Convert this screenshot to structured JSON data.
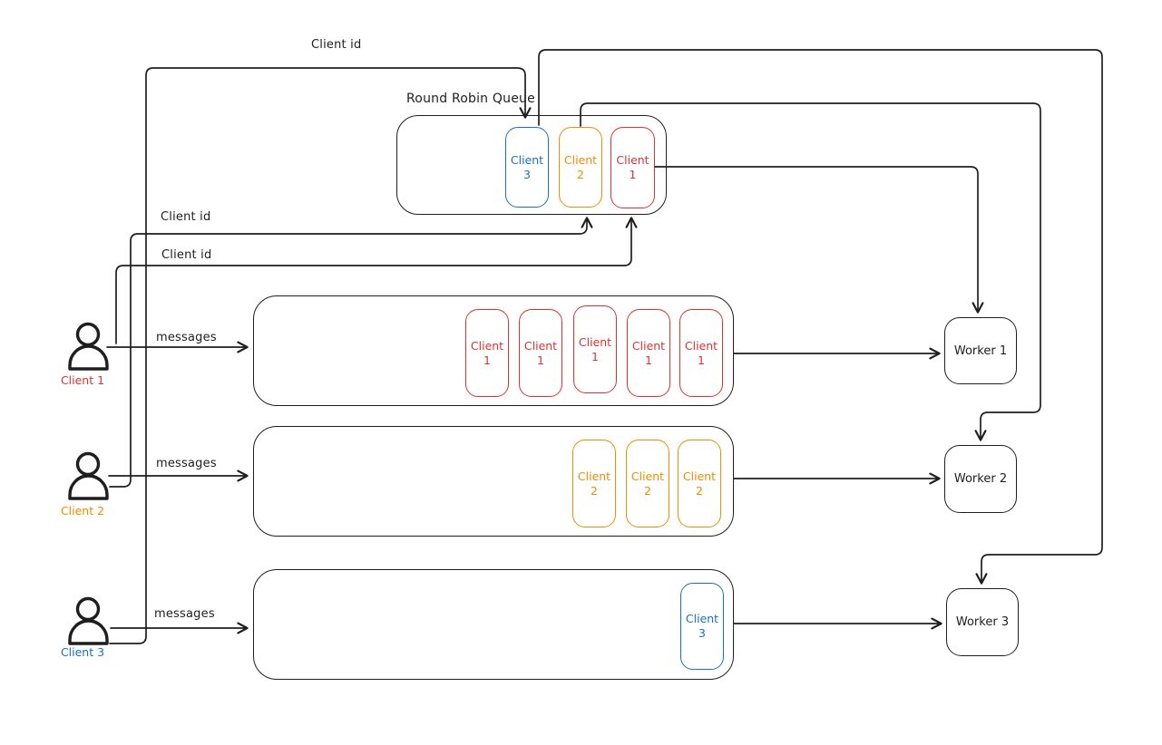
{
  "colors": {
    "stroke": "#1e1e1e",
    "red": "#e03131",
    "orange": "#f08c00",
    "blue": "#1971c2"
  },
  "round_robin_queue": {
    "title": "Round Robin Queue",
    "items": [
      {
        "line1": "Client",
        "line2": "3",
        "color": "blue"
      },
      {
        "line1": "Client",
        "line2": "2",
        "color": "orange"
      },
      {
        "line1": "Client",
        "line2": "1",
        "color": "red"
      }
    ]
  },
  "clients": [
    {
      "label": "Client 1",
      "color": "red",
      "icon": "person-icon",
      "id_label": "Client id",
      "messages_label": "messages"
    },
    {
      "label": "Client 2",
      "color": "orange",
      "icon": "person-icon",
      "id_label": "Client id",
      "messages_label": "messages"
    },
    {
      "label": "Client 3",
      "color": "blue",
      "icon": "person-icon",
      "id_label": "Client id",
      "messages_label": "messages"
    }
  ],
  "message_queues": [
    {
      "owner": "Client 1",
      "color": "red",
      "items": [
        {
          "line1": "Client",
          "line2": "1"
        },
        {
          "line1": "Client",
          "line2": "1"
        },
        {
          "line1": "Client",
          "line2": "1"
        },
        {
          "line1": "Client",
          "line2": "1"
        },
        {
          "line1": "Client",
          "line2": "1"
        }
      ]
    },
    {
      "owner": "Client 2",
      "color": "orange",
      "items": [
        {
          "line1": "Client",
          "line2": "2"
        },
        {
          "line1": "Client",
          "line2": "2"
        },
        {
          "line1": "Client",
          "line2": "2"
        }
      ]
    },
    {
      "owner": "Client 3",
      "color": "blue",
      "items": [
        {
          "line1": "Client",
          "line2": "3"
        }
      ]
    }
  ],
  "workers": [
    {
      "label": "Worker 1"
    },
    {
      "label": "Worker 2"
    },
    {
      "label": "Worker 3"
    }
  ]
}
